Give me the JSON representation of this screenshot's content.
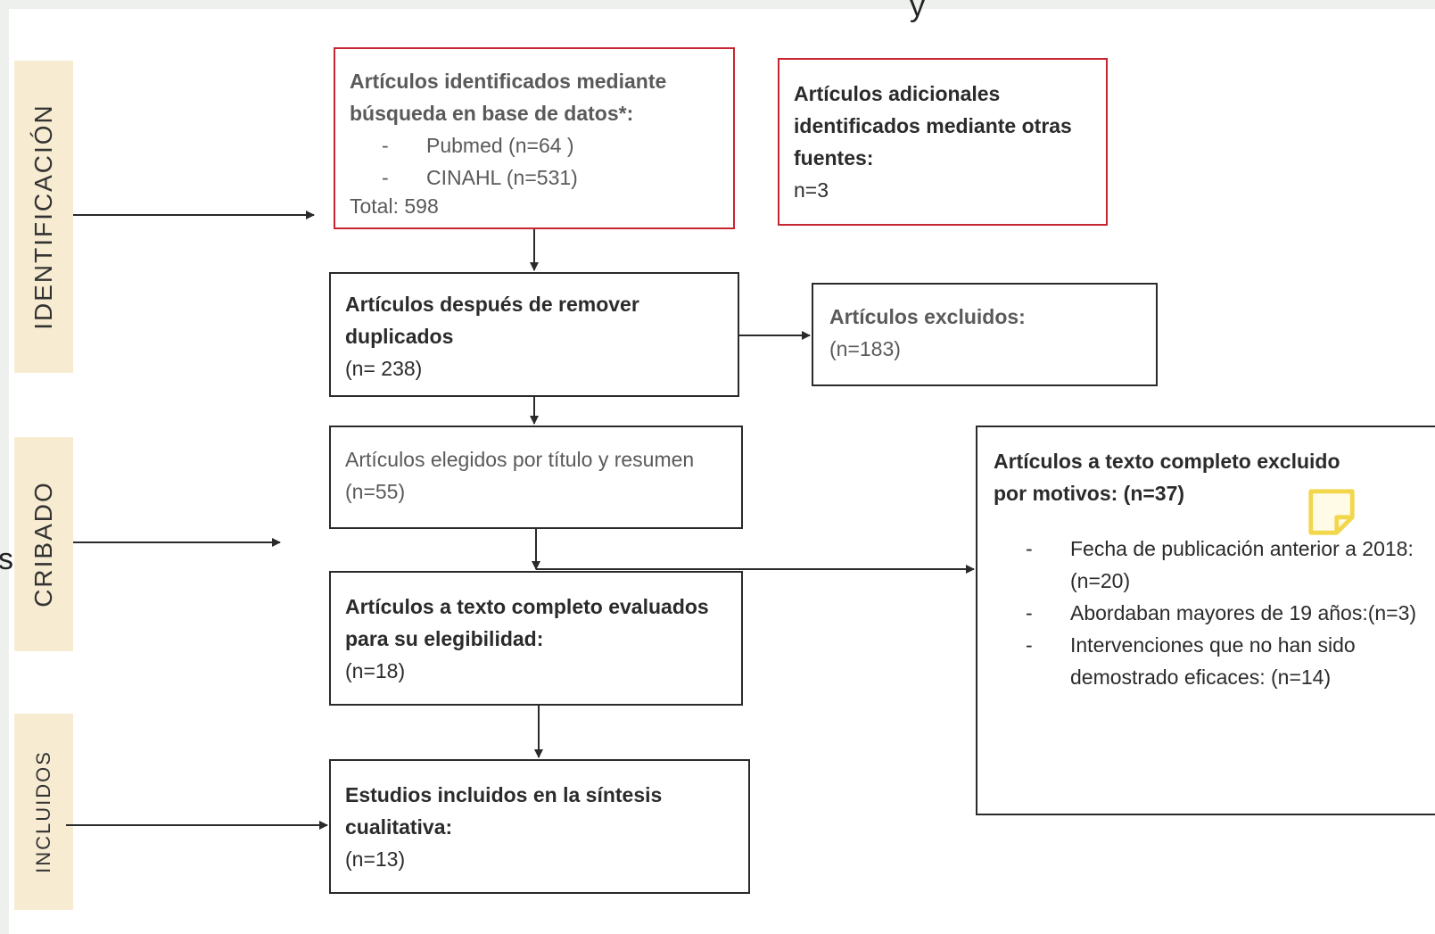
{
  "stages": {
    "identificacion": "IDENTIFICACIÓN",
    "cribado": "CRIBADO",
    "incluidos": "INCLUIDOS"
  },
  "edge_fragments": {
    "left_letter": "s",
    "top_letter": "y"
  },
  "boxes": {
    "identified_db": {
      "title_line1": "Artículos identificados mediante",
      "title_line2": "búsqueda en base de datos*:",
      "items": [
        "Pubmed (n=64 )",
        "CINAHL (n=531)"
      ],
      "total": "Total: 598"
    },
    "identified_other": {
      "title": "Artículos adicionales identificados mediante otras fuentes:",
      "count": "n=3"
    },
    "after_duplicates": {
      "title": "Artículos después de remover duplicados",
      "count": "(n= 238)"
    },
    "excluded": {
      "title": "Artículos excluidos:",
      "count": "(n=183)"
    },
    "title_abstract": {
      "title": "Artículos elegidos por título y resumen",
      "count": "(n=55)"
    },
    "fulltext_excluded": {
      "title": "Artículos a texto completo excluido por motivos: (n=37)",
      "reasons": [
        "Fecha de publicación anterior a 2018:  (n=20)",
        "Abordaban mayores de 19 años:(n=3)",
        "Intervenciones que no han sido demostrado eficaces: (n=14)"
      ]
    },
    "fulltext_assessed": {
      "title": "Artículos a texto completo evaluados para su elegibilidad:",
      "count": "(n=18)"
    },
    "included": {
      "title": "Estudios incluidos en la síntesis cualitativa:",
      "count": "(n=13)"
    }
  },
  "colors": {
    "red_border": "#c7252f",
    "dark_border": "#2a2a2a",
    "stage_bg": "#f7ecd2",
    "note_icon": "#f2d64b"
  },
  "icons": {
    "note": "sticky-note-icon"
  }
}
